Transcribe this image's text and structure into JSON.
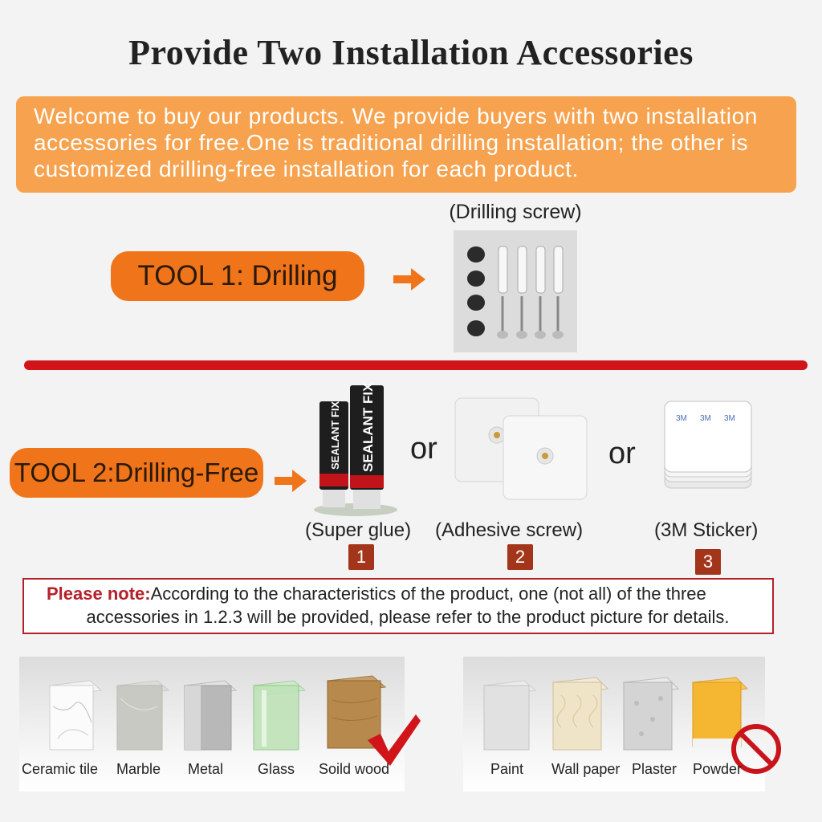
{
  "title": "Provide Two Installation Accessories",
  "banner": {
    "line1": "Welcome to buy our products. We provide buyers with two installation",
    "line2": "accessories for free.One is traditional drilling installation; the other is",
    "line3": "customized drilling-free installation for each product."
  },
  "tool1": {
    "label": "TOOL 1:  Drilling",
    "caption": "(Drilling screw)"
  },
  "tool2": {
    "label": "TOOL 2:Drilling-Free",
    "or_label": "or",
    "options": [
      {
        "caption": "(Super glue)",
        "badge": "1",
        "product_text": "SEALANT FIX"
      },
      {
        "caption": "(Adhesive screw)",
        "badge": "2"
      },
      {
        "caption": "(3M Sticker)",
        "badge": "3",
        "product_text": "3M"
      }
    ]
  },
  "note": {
    "label": "Please note:",
    "line1": "According to the characteristics of the product, one (not all) of the three",
    "line2": "accessories in 1.2.3 will be provided, please refer to the product picture for details."
  },
  "suitable_surfaces": [
    "Ceramic tile",
    "Marble",
    "Metal",
    "Glass",
    "Soild wood"
  ],
  "unsuitable_surfaces": [
    "Paint",
    "Wall paper",
    "Plaster",
    "Powder"
  ],
  "colors": {
    "banner": "#f7a24e",
    "pill": "#f0741a",
    "divider": "#d0141a",
    "badge": "#a3351a",
    "note_red": "#b4202a",
    "check": "#d0141a",
    "prohibited": "#c8141a"
  }
}
